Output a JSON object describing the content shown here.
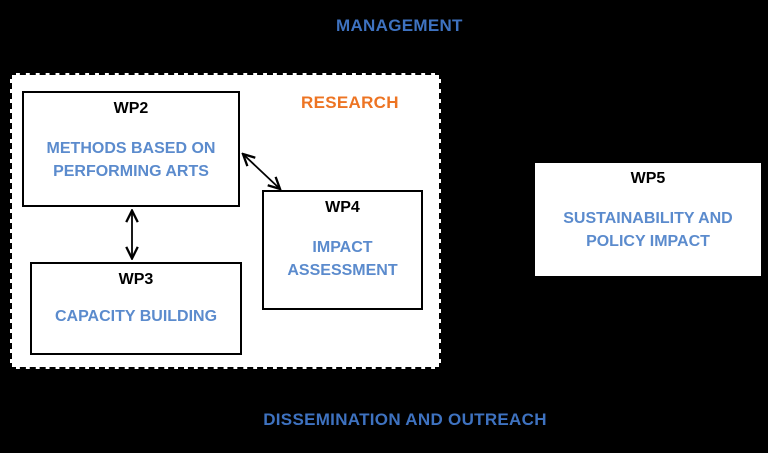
{
  "diagram": {
    "management_label": "MANAGEMENT",
    "research_label": "RESEARCH",
    "dissemination_label": "DISSEMINATION AND OUTREACH",
    "work_packages": {
      "wp2": {
        "title": "WP2",
        "subtitle": "METHODS BASED ON PERFORMING ARTS"
      },
      "wp3": {
        "title": "WP3",
        "subtitle": "CAPACITY BUILDING"
      },
      "wp4": {
        "title": "WP4",
        "subtitle": "IMPACT ASSESSMENT"
      },
      "wp5": {
        "title": "WP5",
        "subtitle": "SUSTAINABILITY AND POLICY IMPACT"
      }
    },
    "connections": [
      {
        "from": "WP2",
        "to": "WP4",
        "style": "double-headed-arrow"
      },
      {
        "from": "WP2",
        "to": "WP3",
        "style": "double-headed-arrow"
      }
    ],
    "colors": {
      "background": "#000000",
      "label_blue": "#3E72C0",
      "box_text_blue": "#5B8BCD",
      "research_orange": "#ED7423",
      "box_border": "#000000",
      "box_fill": "#FFFFFF"
    }
  }
}
